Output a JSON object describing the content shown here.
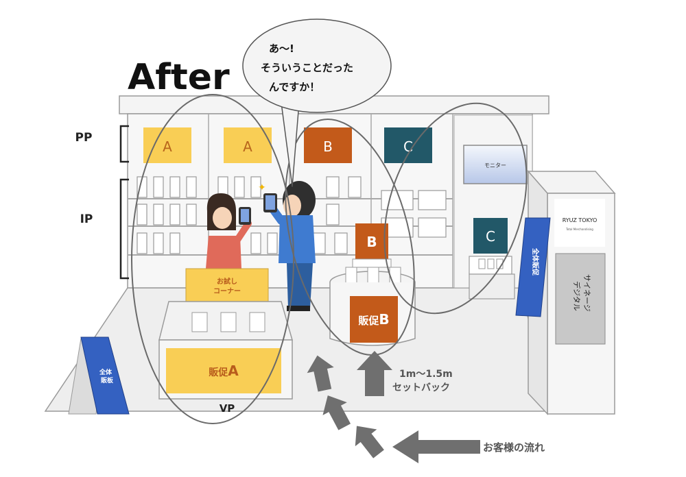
{
  "title": "After",
  "speech_bubble": {
    "line1": "あ〜!",
    "line2": "そういうことだった",
    "line3": "んですか！"
  },
  "zones": {
    "pp": "PP",
    "ip": "IP",
    "vp": "VP"
  },
  "pp_panels": [
    "A",
    "A",
    "B",
    "C"
  ],
  "colors": {
    "a": "#F9CE55",
    "b": "#C35A1A",
    "c": "#225868",
    "signage": "#3461C1",
    "arrow": "#6F6F6F"
  },
  "display_b_sign": "B",
  "monitor_label": "モニター",
  "display_c_sign": "C",
  "trial_corner": {
    "line1": "お試し",
    "line2": "コーナー"
  },
  "promo_a": {
    "text": "販促",
    "letter": "A"
  },
  "promo_b": {
    "text": "販促",
    "letter": "B"
  },
  "front_signboard": {
    "line1": "全体",
    "line2": "販板"
  },
  "side_banner": "全体販促",
  "brand": {
    "name": "RYUZ TOKYO",
    "tagline": "Total Merchandising"
  },
  "digital_signage": {
    "line1": "サイネージ",
    "line2": "デジタル"
  },
  "setback": {
    "line1": "1m〜1.5m",
    "line2": "セットバック"
  },
  "customer_flow": "お客様の流れ"
}
